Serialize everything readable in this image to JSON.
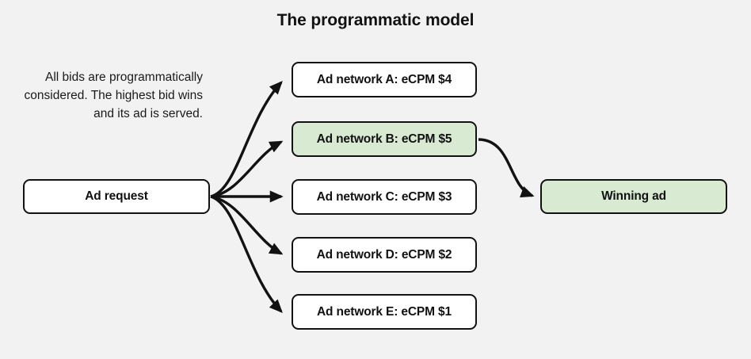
{
  "page": {
    "title": "The programmatic model",
    "background_color": "#f2f2f2",
    "caption": "All bids are programmatically considered. The highest bid wins and its ad is served."
  },
  "diagram": {
    "source": {
      "label": "Ad request",
      "fill_color": "#ffffff"
    },
    "networks": [
      {
        "label": "Ad network A: eCPM $4",
        "network": "A",
        "ecpm": "$4",
        "fill_color": "#ffffff",
        "winner": false
      },
      {
        "label": "Ad network B: eCPM $5",
        "network": "B",
        "ecpm": "$5",
        "fill_color": "#d9ead3",
        "winner": true
      },
      {
        "label": "Ad network C: eCPM $3",
        "network": "C",
        "ecpm": "$3",
        "fill_color": "#ffffff",
        "winner": false
      },
      {
        "label": "Ad network D: eCPM $2",
        "network": "D",
        "ecpm": "$2",
        "fill_color": "#ffffff",
        "winner": false
      },
      {
        "label": "Ad network E: eCPM $1",
        "network": "E",
        "ecpm": "$1",
        "fill_color": "#ffffff",
        "winner": false
      }
    ],
    "result": {
      "label": "Winning ad",
      "fill_color": "#d9ead3"
    },
    "edge_color": "#121212",
    "border_color": "#121212"
  }
}
